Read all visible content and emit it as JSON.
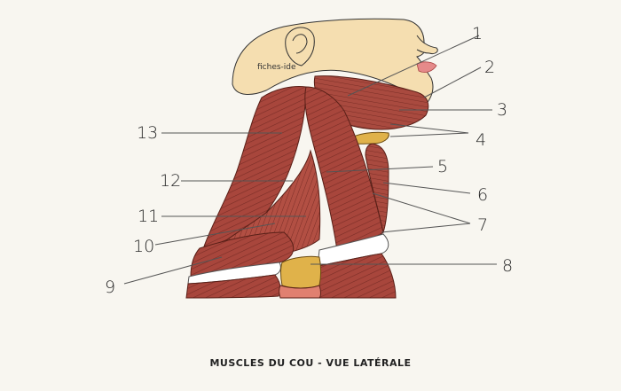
{
  "watermark": "fiches-ide",
  "caption": "MUSCLES DU COU - VUE LATÉRALE",
  "labels": [
    "1",
    "2",
    "3",
    "4",
    "5",
    "6",
    "7",
    "8",
    "9",
    "10",
    "11",
    "12",
    "13"
  ],
  "colors": {
    "muscle": "#a8463c",
    "muscle_dark": "#7a2d26",
    "skin": "#f5deb0",
    "bone": "#e0b24a",
    "clavicle": "#ffffff",
    "background": "#f8f6f0"
  }
}
